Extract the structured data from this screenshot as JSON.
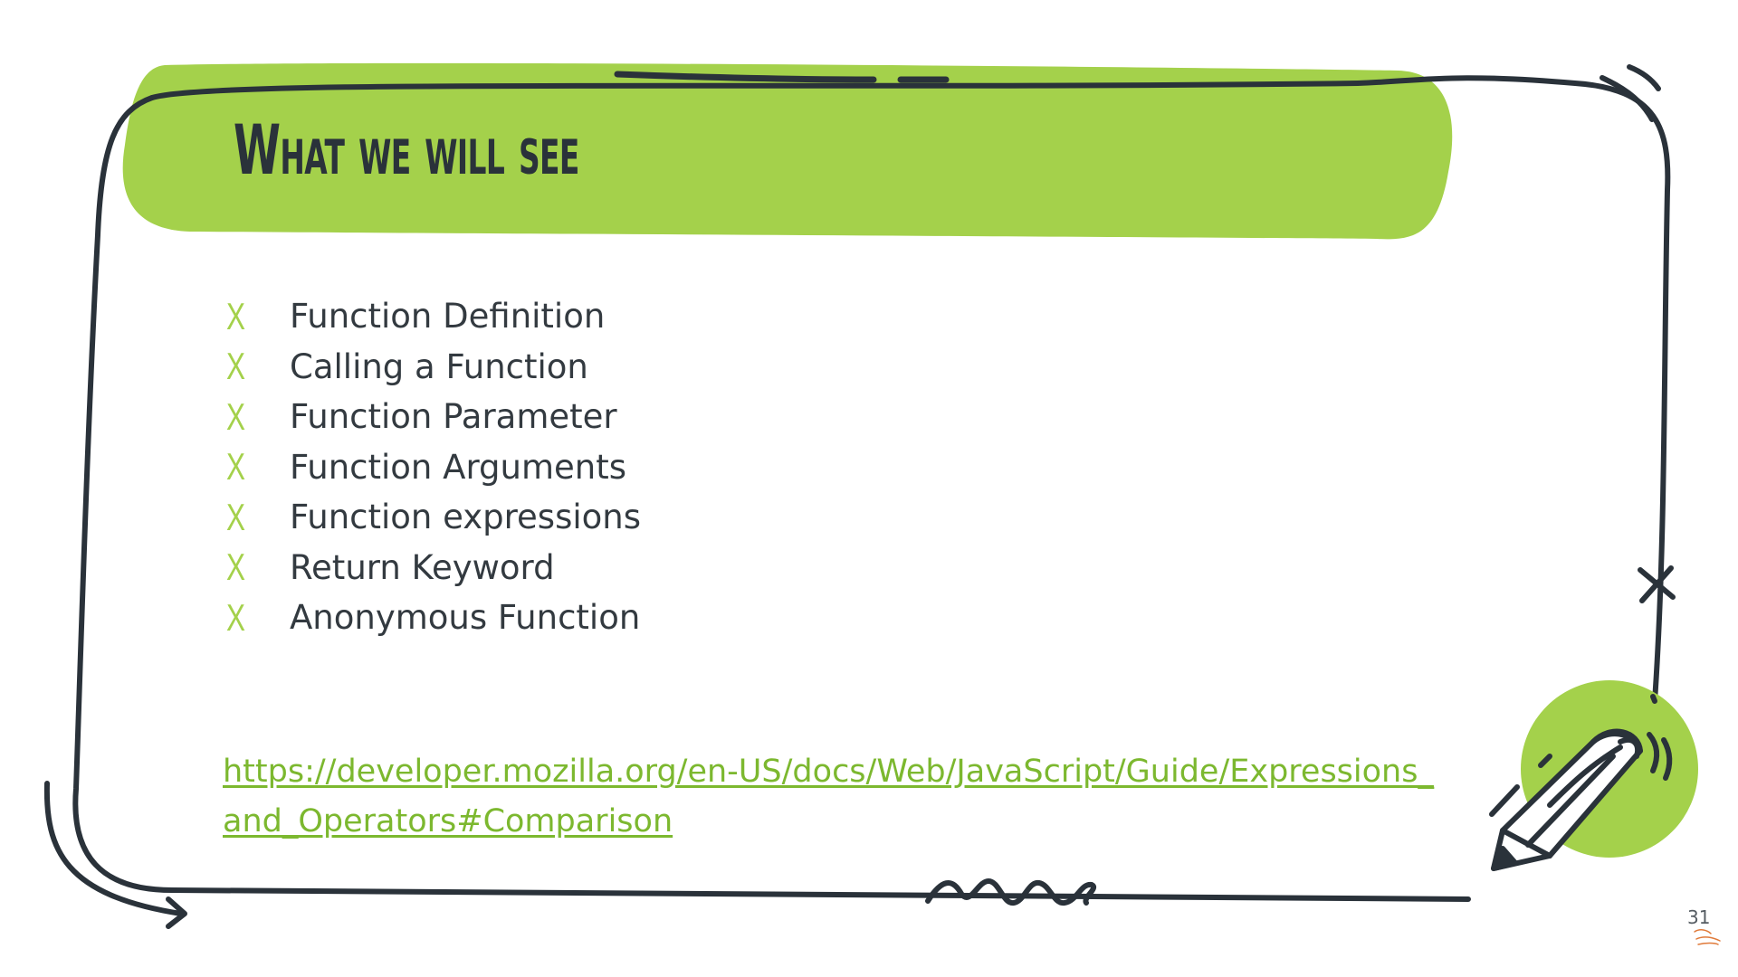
{
  "slide": {
    "title": "What we will see",
    "bullets": [
      "Function Definition",
      "Calling a Function",
      "Function Parameter",
      "Function Arguments",
      "Function expressions",
      "Return Keyword",
      "Anonymous Function"
    ],
    "bullet_marker": "X",
    "bullet_marker_icon": "x-mark-icon",
    "link": "https://developer.mozilla.org/en-US/docs/Web/JavaScript/Guide/Expressions_and_Operators#Comparison",
    "page_number": "31"
  },
  "colors": {
    "accent_green": "#a4d14b",
    "link_green": "#7cb82f",
    "outline_dark": "#2a323a",
    "text_dark": "#333a40"
  }
}
